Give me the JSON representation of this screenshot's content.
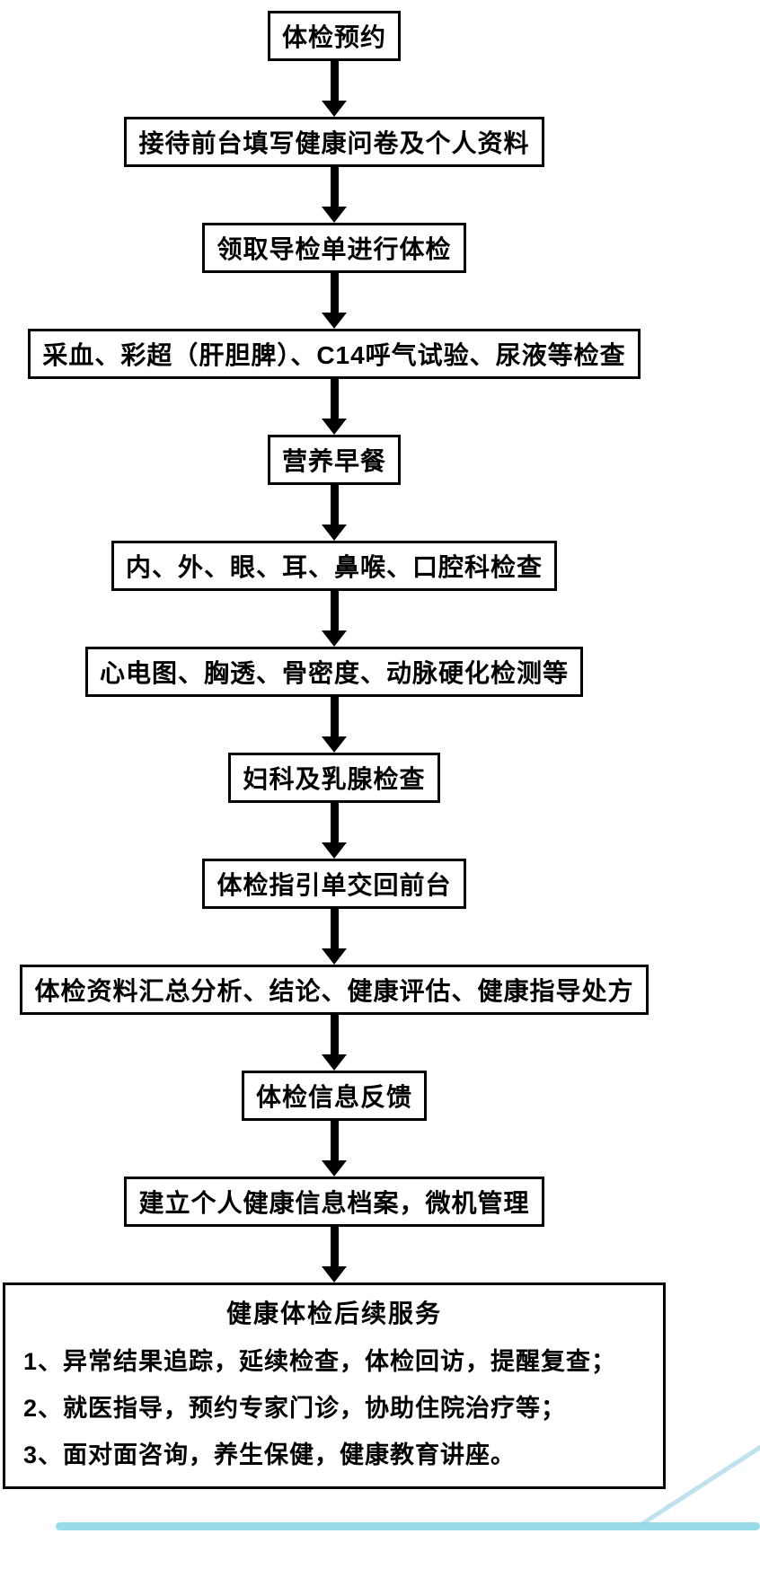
{
  "flow": {
    "steps": [
      {
        "label": "体检预约"
      },
      {
        "label": "接待前台填写健康问卷及个人资料"
      },
      {
        "label": "领取导检单进行体检"
      },
      {
        "label": "采血、彩超（肝胆脾）、C14呼气试验、尿液等检查"
      },
      {
        "label": "营养早餐"
      },
      {
        "label": "内、外、眼、耳、鼻喉、口腔科检查"
      },
      {
        "label": "心电图、胸透、骨密度、动脉硬化检测等"
      },
      {
        "label": "妇科及乳腺检查"
      },
      {
        "label": "体检指引单交回前台"
      },
      {
        "label": "体检资料汇总分析、结论、健康评估、健康指导处方"
      },
      {
        "label": "体检信息反馈"
      },
      {
        "label": "建立个人健康信息档案，微机管理"
      }
    ],
    "final": {
      "title": "健康体检后续服务",
      "items": [
        "1、异常结果追踪，延续检查，体检回访，提醒复查；",
        "2、就医指导，预约专家门诊，协助住院治疗等；",
        "3、面对面咨询，养生保健，健康教育讲座。"
      ]
    }
  },
  "colors": {
    "box_border": "#000000",
    "arrow": "#000000",
    "text": "#000000",
    "scan_line": "#8ed7e5",
    "scan_streak": "#a9d8e8"
  }
}
